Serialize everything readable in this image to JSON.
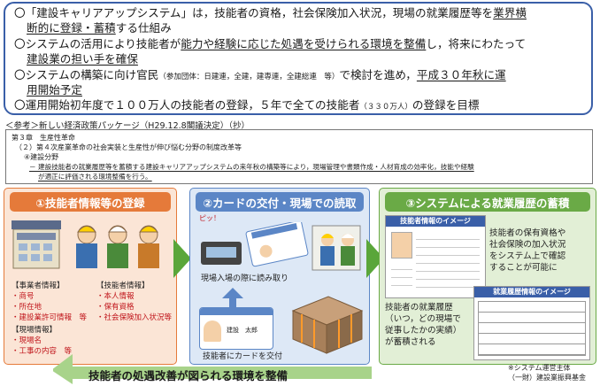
{
  "top": {
    "line1a": "〇「建設キャリアアップシステム」は，技能者の資格，社会保険加入状況，現場の就業履歴等を",
    "line1b": "業界横",
    "line2a": "断的に登録・蓄積",
    "line2b": "する仕組み",
    "line3a": "〇システムの活用により技能者が",
    "line3b": "能力や経験に応じた処遇を受けられる環境を整備",
    "line3c": "し，将来にわたって",
    "line4a": "建設業の担い手を確保",
    "line5a": "〇システムの構築に向け官民",
    "line5b": "（参加団体：日建連，全建，建専連，全建総連　等）",
    "line5c": "で検討を進め，",
    "line5d": "平成３０年秋に運",
    "line6a": "用開始予定",
    "line7a": "〇運用開始初年度で１００万人の技能者の登録，５年で全ての技能者",
    "line7b": "（３３０万人）",
    "line7c": "の登録を目標"
  },
  "policy": {
    "ref": "＜参考＞新しい経済政策パッケージ（H29.12.8閣議決定）（抄）",
    "l1": "第３章　生産性革命",
    "l2": "（２）第４次産業革命の社会実装と生産性が伸び悩む分野の制度改革等",
    "l3": "④建設分野",
    "l4": "－ 建設技能者の就業履歴等を蓄積する建設キャリアアップシステムの来年秋の構築等により，現場管理や書類作成・人材育成の効率化，技能や経験",
    "l5": "が適正に評価される環境整備を行う。"
  },
  "panel1": {
    "title": "①技能者情報等の登録",
    "biz_head": "【事業者情報】",
    "biz_items": [
      "・商号",
      "・所在地",
      "・建設業許可情報　等"
    ],
    "worker_head": "【技能者情報】",
    "worker_items": [
      "・本人情報",
      "・保有資格",
      "・社会保険加入状況等"
    ],
    "site_head": "【現場情報】",
    "site_items": [
      "・現場名",
      "・工事の内容　等"
    ]
  },
  "panel2": {
    "title": "②カードの交付・現場での読取",
    "pitt": "ピッ！",
    "caption1": "現場入場の際に読み取り",
    "caption2": "技能者にカードを交付",
    "card_name": "建設　太郎"
  },
  "panel3": {
    "title": "③システムによる就業履歴の蓄積",
    "info_label": "技能者情報のイメージ",
    "desc1": [
      "技能者の保有資格や",
      "社会保険の加入状況",
      "をシステム上で確認",
      "することが可能に"
    ],
    "history_label": "就業履歴情報のイメージ",
    "desc2": [
      "技能者の就業履歴",
      "（いつ，どの現場で",
      "従事したかの実績）",
      "が蓄積される"
    ],
    "note": [
      "※システム運営主体",
      "（一財）建設業振興基金"
    ]
  },
  "bottom": {
    "arrow_text": "技能者の処遇改善が図られる環境を整備"
  },
  "colors": {
    "blue": "#3a5fa8",
    "green": "#5aa63a",
    "red": "#c0151b",
    "panel1_bg": "#fbe5d6",
    "panel1_border": "#e57a3a",
    "panel2_bg": "#dde8f6",
    "panel2_border": "#5b86c6",
    "panel3_bg": "#e2efd6",
    "panel3_border": "#6aaa46"
  }
}
